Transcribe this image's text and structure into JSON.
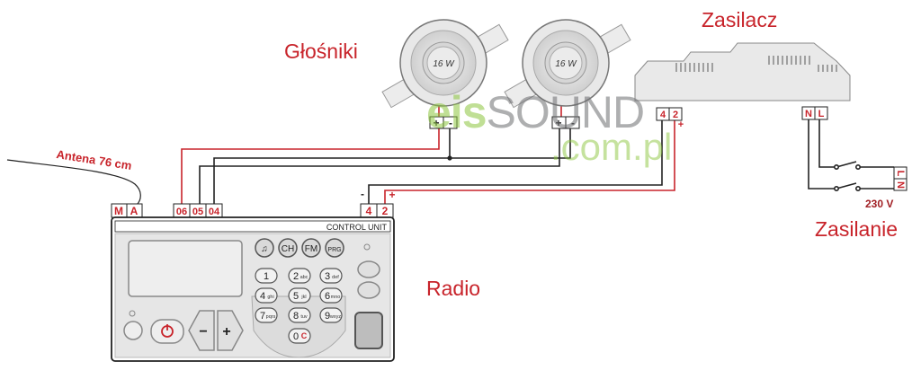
{
  "labels": {
    "speakers": "Głośniki",
    "power_supply": "Zasilacz",
    "mains": "Zasilanie",
    "radio": "Radio",
    "antenna": "Antena 76 cm",
    "voltage": "230 V"
  },
  "speaker_left": {
    "power": "16 W",
    "plus": "+",
    "minus": "-"
  },
  "speaker_right": {
    "power": "16 W",
    "plus": "+",
    "minus": "-"
  },
  "watermark": {
    "part1": "eis",
    "part2": "SOUND",
    "part3": ".com.pl"
  },
  "terminals": {
    "M": "M",
    "A": "A",
    "t06": "06",
    "t05": "05",
    "t04": "04",
    "t4": "4",
    "t2": "2",
    "minus": "-",
    "plus": "+",
    "psu_4": "4",
    "psu_2": "2",
    "psu_plus": "+",
    "psu_N": "N",
    "psu_L": "L",
    "mains_L": "L",
    "mains_N": "N"
  },
  "control_unit": {
    "title": "CONTROL UNIT",
    "buttons_top": [
      "♫",
      "CH",
      "FM",
      "PRG"
    ],
    "keypad": [
      {
        "num": "1",
        "letters": ""
      },
      {
        "num": "2",
        "letters": "abc"
      },
      {
        "num": "3",
        "letters": "def"
      },
      {
        "num": "4",
        "letters": "ghi"
      },
      {
        "num": "5",
        "letters": "jkl"
      },
      {
        "num": "6",
        "letters": "mno"
      },
      {
        "num": "7",
        "letters": "pqrs"
      },
      {
        "num": "8",
        "letters": "tuv"
      },
      {
        "num": "9",
        "letters": "wxyz"
      },
      {
        "num": "0",
        "letters": "C"
      }
    ],
    "minus_label": "−",
    "plus_label": "+"
  },
  "colors": {
    "red": "#c8242b",
    "wire_black": "#222222",
    "panel": "#e6e6e6"
  }
}
